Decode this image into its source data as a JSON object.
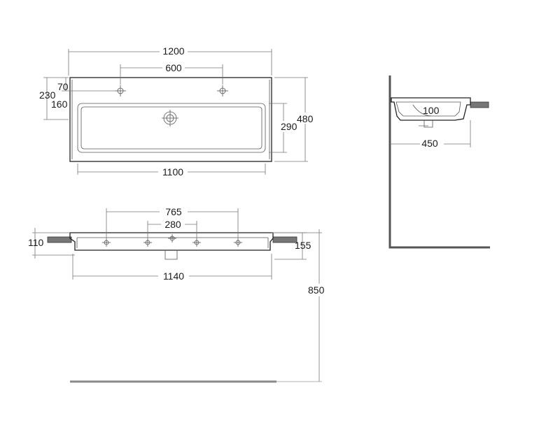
{
  "top_view": {
    "width_label": "1200",
    "tap_spacing_label": "600",
    "tap_offset_label": "70",
    "total_depth_label": "230",
    "basin_offset_label": "160",
    "basin_depth_label": "290",
    "overall_depth_label": "480",
    "basin_width_label": "1100"
  },
  "front_view": {
    "outer_holes_label": "765",
    "inner_holes_label": "280",
    "rim_height_label": "110",
    "bowl_depth_label": "155",
    "bowl_width_label": "1140",
    "install_height_label": "850"
  },
  "side_view": {
    "drain_label": "100",
    "projection_label": "450"
  },
  "colors": {
    "outline": "#222222",
    "dimension": "#777777",
    "wall": "#555555"
  }
}
